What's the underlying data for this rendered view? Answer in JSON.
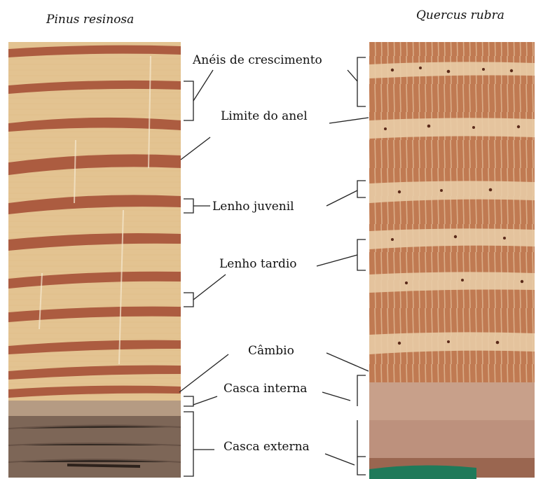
{
  "titles": {
    "left": "Pinus resinosa",
    "right": "Quercus rubra"
  },
  "labels": {
    "growth_rings": "Anéis de crescimento",
    "ring_boundary": "Limite do anel",
    "earlywood": "Lenho juvenil",
    "latewood": "Lenho tardio",
    "cambium": "Câmbio",
    "inner_bark": "Casca interna",
    "outer_bark": "Casca externa"
  },
  "colors": {
    "pine_light": "#e3c391",
    "pine_dark": "#a8543a",
    "oak_light": "#e9cca6",
    "oak_dark": "#c07a52",
    "inner_bark_pine": "#b59b83",
    "outer_bark_pine": "#7d6657",
    "inner_bark_oak": "#c8a08a",
    "outer_bark_oak": "#b88a77",
    "oak_green": "#1f7a5a"
  }
}
